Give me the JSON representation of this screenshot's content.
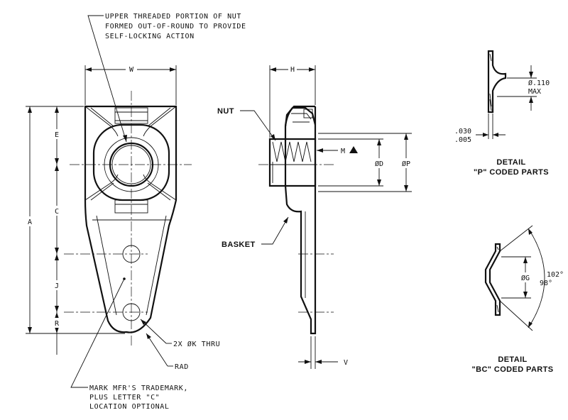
{
  "notes": {
    "threaded": [
      "UPPER THREADED PORTION OF NUT",
      "FORMED OUT-OF-ROUND TO PROVIDE",
      "SELF-LOCKING ACTION"
    ],
    "thru_holes": "2X ØK THRU",
    "rad": "RAD",
    "trademark": [
      "MARK MFR'S TRADEMARK,",
      "PLUS LETTER \"C\"",
      "LOCATION OPTIONAL"
    ]
  },
  "front_view": {
    "dims": {
      "w": "W",
      "a": "A",
      "e": "E",
      "c": "C",
      "j": "J",
      "r": "R"
    }
  },
  "side_view": {
    "labels": {
      "nut": "NUT",
      "basket": "BASKET"
    },
    "dims": {
      "h": "H",
      "m": "M",
      "d": "ØD",
      "p": "ØP",
      "v": "V"
    }
  },
  "detail_p": {
    "dims": {
      "hole": "Ø.110",
      "hole_sub": "MAX",
      "thk_max": ".030",
      "thk_min": ".005"
    },
    "title": [
      "DETAIL",
      "\"P\" CODED PARTS"
    ]
  },
  "detail_bc": {
    "dims": {
      "g": "ØG",
      "ang_max": "102°",
      "ang_min": "98°"
    },
    "title": [
      "DETAIL",
      "\"BC\" CODED PARTS"
    ]
  }
}
